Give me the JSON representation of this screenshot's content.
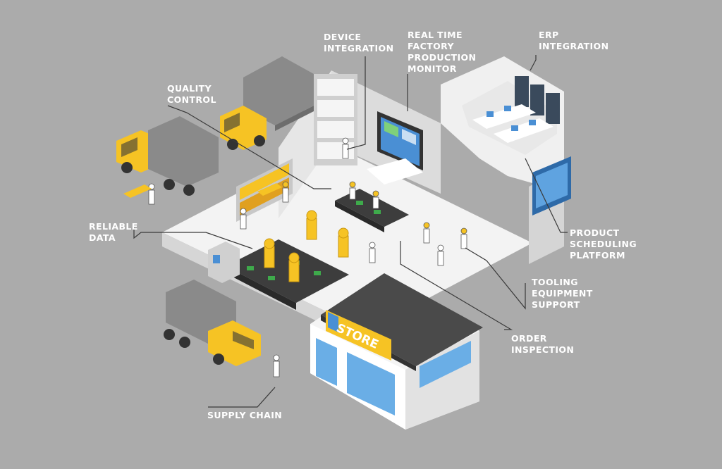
{
  "labels": {
    "device_integration": "DEVICE\nINTEGRATION",
    "real_time_monitor": "REAL TIME\nFACTORY\nPRODUCTION\nMONITOR",
    "erp_integration": "ERP\nINTEGRATION",
    "quality_control": "QUALITY\nCONTROL",
    "reliable_data": "RELIABLE\nDATA",
    "product_scheduling": "PRODUCT\nSCHEDULING\nPLATFORM",
    "tooling_equipment": "TOOLING\nEQUIPMENT\nSUPPORT",
    "order_inspection": "ORDER\nINSPECTION",
    "supply_chain": "SUPPLY CHAIN"
  },
  "store_sign": "STORE",
  "colors": {
    "background": "#ababab",
    "floor": "#f2f2f2",
    "wall": "#e4e4e4",
    "accent_yellow": "#f6c324",
    "truck_gray": "#8a8a8a",
    "screen_blue": "#4a8fd4",
    "leader_line": "#3a3a3a"
  }
}
